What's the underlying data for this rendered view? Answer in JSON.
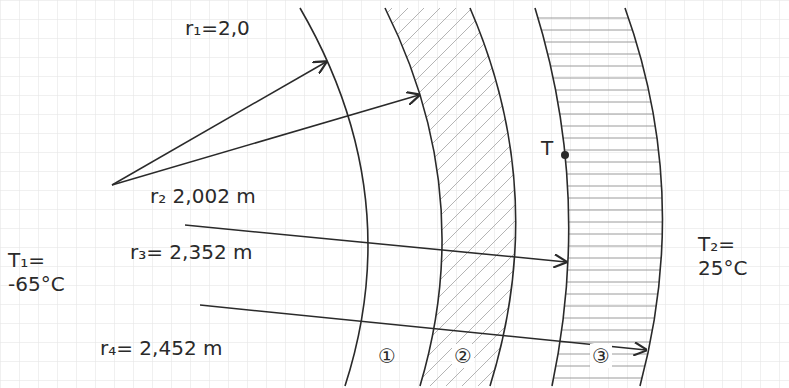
{
  "diagram": {
    "labels": [
      "r₁=2,0",
      "r₂ 2,002 m",
      "r₃= 2,352 m",
      "r₄= 2,452 m",
      "T₁= -65°C",
      "T₂= 25°C",
      "T",
      "①",
      "②",
      "③"
    ]
  }
}
